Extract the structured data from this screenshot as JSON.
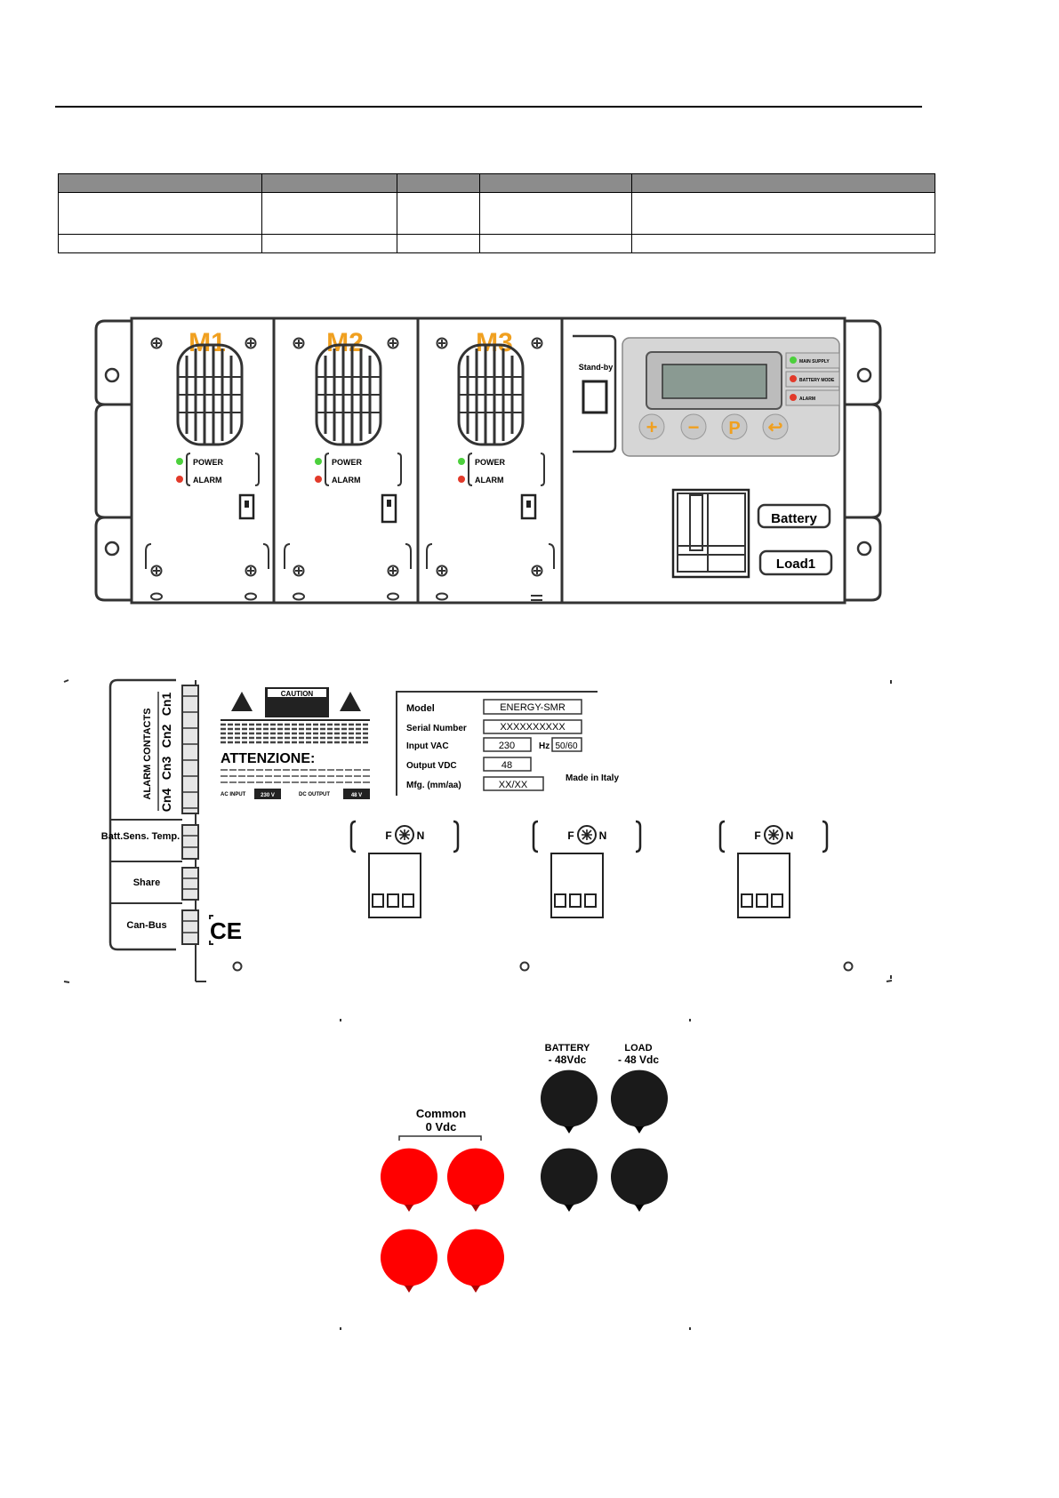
{
  "front_panel": {
    "modules": [
      {
        "label": "M1",
        "led_power": "POWER",
        "led_alarm": "ALARM"
      },
      {
        "label": "M2",
        "led_power": "POWER",
        "led_alarm": "ALARM"
      },
      {
        "label": "M3",
        "led_power": "POWER",
        "led_alarm": "ALARM"
      }
    ],
    "reset_label": "Stand-by",
    "status_leds": [
      "MAIN SUPPLY",
      "BATTERY MODE",
      "ALARM"
    ],
    "keypad": [
      "+",
      "−",
      "P",
      "↩"
    ],
    "breakers": {
      "battery": "Battery",
      "load": "Load1"
    },
    "colors": {
      "module_label": "#f0a020",
      "led_green": "#4cd03c",
      "led_red": "#e23a2a",
      "panel_grey": "#d6d6d6",
      "lcd": "#8a9a92"
    }
  },
  "rear_panel": {
    "alarm_block": "ALARM CONTACTS",
    "alarm_channels": [
      "Cn1",
      "Cn2",
      "Cn3",
      "Cn4"
    ],
    "batt_sens": "Batt.Sens. Temp.",
    "share": "Share",
    "canbus": "Can-Bus",
    "ce_mark": "CE",
    "caution": "CAUTION",
    "attenzione": "ATTENZIONE:",
    "ac_input_label": "AC INPUT",
    "ac_input_value": "230 V",
    "dc_output_label": "DC OUTPUT",
    "dc_output_value": "48 V",
    "rating_label": {
      "model_label": "Model",
      "model": "ENERGY-SMR",
      "serial_label": "Serial Number",
      "serial": "XXXXXXXXXX",
      "input_label": "Input VAC",
      "input": "230",
      "hz_label": "Hz",
      "hz": "50/60",
      "output_label": "Output VDC",
      "output": "48",
      "mfg_label": "Mfg. (mm/aa)",
      "mfg": "XX/XX",
      "made": "Made in Italy"
    },
    "ac_terminals": [
      {
        "f": "F",
        "n": "N"
      },
      {
        "f": "F",
        "n": "N"
      },
      {
        "f": "F",
        "n": "N"
      }
    ]
  },
  "dc_panel": {
    "common_label": "Common",
    "common_value": "0 Vdc",
    "battery_label": "BATTERY",
    "battery_value": "- 48Vdc",
    "load_label": "LOAD",
    "load_value": "- 48 Vdc",
    "colors": {
      "common": "#ff0000",
      "negative": "#1a1a1a"
    }
  }
}
